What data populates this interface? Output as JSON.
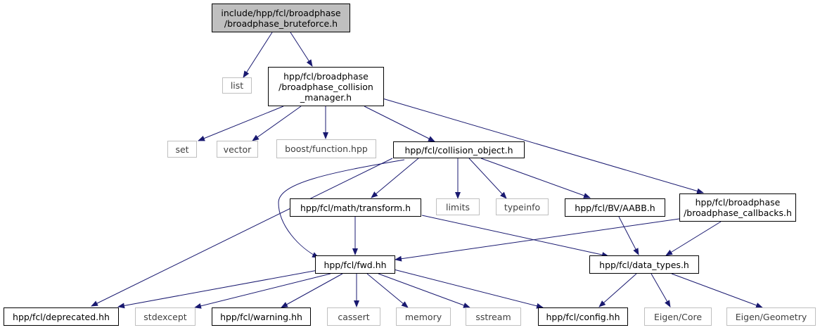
{
  "graph": {
    "colors": {
      "edge": "#191970",
      "external_border": "#bfbfbf",
      "root_fill": "#bfbfbf",
      "node_border": "#000000"
    },
    "nodes": {
      "root": [
        "include/hpp/fcl/broadphase",
        "/broadphase_bruteforce.h"
      ],
      "list": [
        "list"
      ],
      "collision_manager": [
        "hpp/fcl/broadphase",
        "/broadphase_collision",
        "_manager.h"
      ],
      "set": [
        "set"
      ],
      "vector": [
        "vector"
      ],
      "boost_function": [
        "boost/function.hpp"
      ],
      "collision_object": [
        "hpp/fcl/collision_object.h"
      ],
      "transform": [
        "hpp/fcl/math/transform.h"
      ],
      "limits": [
        "limits"
      ],
      "typeinfo": [
        "typeinfo"
      ],
      "aabb": [
        "hpp/fcl/BV/AABB.h"
      ],
      "callbacks": [
        "hpp/fcl/broadphase",
        "/broadphase_callbacks.h"
      ],
      "fwd": [
        "hpp/fcl/fwd.hh"
      ],
      "data_types": [
        "hpp/fcl/data_types.h"
      ],
      "deprecated": [
        "hpp/fcl/deprecated.hh"
      ],
      "stdexcept": [
        "stdexcept"
      ],
      "warning": [
        "hpp/fcl/warning.hh"
      ],
      "cassert": [
        "cassert"
      ],
      "memory": [
        "memory"
      ],
      "sstream": [
        "sstream"
      ],
      "config": [
        "hpp/fcl/config.hh"
      ],
      "eigen_core": [
        "Eigen/Core"
      ],
      "eigen_geometry": [
        "Eigen/Geometry"
      ]
    }
  }
}
